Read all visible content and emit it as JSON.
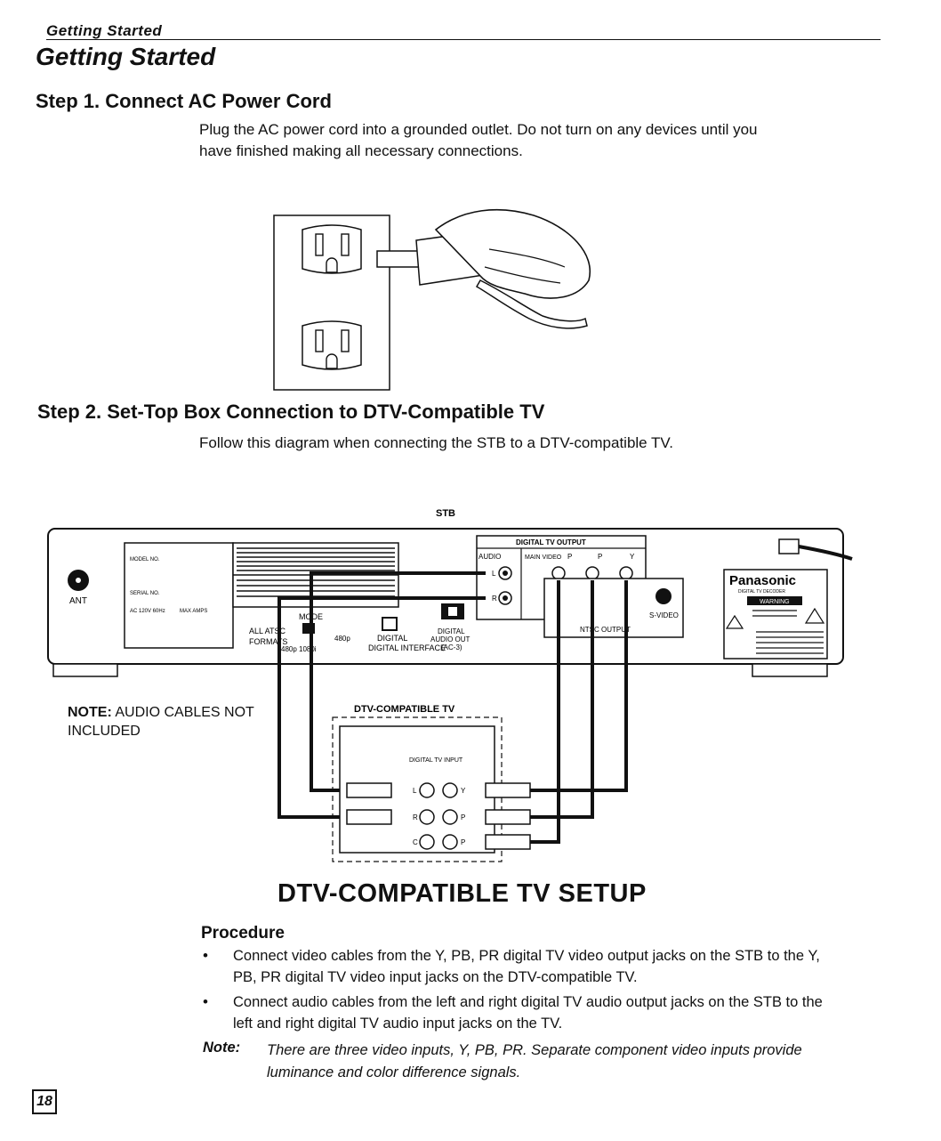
{
  "header": {
    "section_label": "Getting Started",
    "page_title": "Getting Started"
  },
  "step1": {
    "heading": "Step 1. Connect AC Power Cord",
    "text_line1": "Plug the AC power cord into a grounded outlet.  Do not turn on any devices until you",
    "text_line2": "have finished making all necessary connections."
  },
  "step2": {
    "heading": "Step 2. Set-Top Box Connection to DTV-Compatible TV",
    "text": "Follow this diagram when connecting the STB to a DTV-compatible TV."
  },
  "diagram": {
    "stb_label": "STB",
    "ant_label": "ANT",
    "model_no": "MODEL NO.",
    "serial_no": "SERIAL NO.",
    "ac_rating": "AC 120V 60Hz",
    "max_amps": "MAX AMPS",
    "digital_tv_output": "DIGITAL TV OUTPUT",
    "audio_label": "AUDIO",
    "main_video_label": "MAIN VIDEO",
    "pb_label": "P",
    "pr_label": "P",
    "y_label": "Y",
    "l_label": "L",
    "r_label": "R",
    "svideo_label": "S-VIDEO",
    "mode_label": "MODE",
    "all_atsc_label": "ALL ATSC",
    "formats_label": "FORMATS",
    "p480_label": "480p",
    "p480b_label": "480p",
    "i1080_label": "1080i",
    "digital_interface": "DIGITAL INTERFACE",
    "digital_label": "DIGITAL",
    "audio_out_label": "AUDIO OUT",
    "ac3_label": "(AC-3)",
    "ntsc_output": "NTSC OUTPUT",
    "brand": "Panasonic",
    "brand_sub": "DIGITAL TV DECODER",
    "warning": "WARNING",
    "dtv_label": "DTV-COMPATIBLE TV",
    "digital_tv_input": "DIGITAL TV INPUT",
    "c_label": "C",
    "note_label": "NOTE:",
    "note_text": "AUDIO CABLES NOT",
    "note_text2": "INCLUDED"
  },
  "setup": {
    "title": "DTV-COMPATIBLE TV SETUP",
    "procedure_heading": "Procedure",
    "bullet_char": "•",
    "bullet1_line1": "Connect video cables from the Y, PB, PR digital TV video output jacks on the STB to the Y,",
    "bullet1_line2": "PB, PR digital TV video input jacks on the DTV-compatible TV.",
    "bullet2_line1": "Connect audio cables from the left and right digital TV audio output jacks on the STB to the",
    "bullet2_line2": "left and right digital TV audio input jacks on the TV.",
    "note_label": "Note:",
    "note_line1": "There are three video inputs, Y, PB, PR.  Separate component video inputs provide",
    "note_line2": "luminance and color difference signals."
  },
  "page_number": "18"
}
